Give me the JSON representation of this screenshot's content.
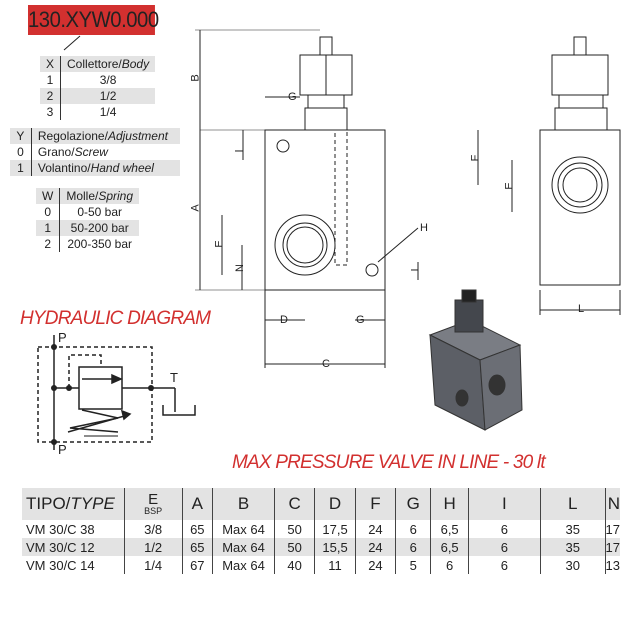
{
  "code": "130.XYW0.000",
  "table_x": {
    "headers": [
      "X",
      "Collettore/",
      "Body"
    ],
    "rows": [
      [
        "1",
        "3/8"
      ],
      [
        "2",
        "1/2"
      ],
      [
        "3",
        "1/4"
      ]
    ]
  },
  "table_y": {
    "headers": [
      "Y",
      "Regolazione/",
      "Adjustment"
    ],
    "rows": [
      [
        "0",
        "Grano/",
        "Screw"
      ],
      [
        "1",
        "Volantino/",
        "Hand wheel"
      ]
    ]
  },
  "table_w": {
    "headers": [
      "W",
      "Molle/",
      "Spring"
    ],
    "rows": [
      [
        "0",
        "0-50 bar"
      ],
      [
        "1",
        "50-200 bar"
      ],
      [
        "2",
        "200-350 bar"
      ]
    ]
  },
  "hydraulic_title": "HYDRAULIC DIAGRAM",
  "hydraulic_labels": {
    "p_top": "P",
    "p_bottom": "P",
    "t": "T"
  },
  "dims": {
    "a": "A",
    "b": "B",
    "c": "C",
    "d": "D",
    "e": "E",
    "e2": "E",
    "f": "F",
    "g": "G",
    "g2": "G",
    "h": "H",
    "i": "I",
    "i2": "I",
    "l": "L",
    "n": "N"
  },
  "product_title": "MAX PRESSURE VALVE IN LINE - 30 lt",
  "main_table": {
    "type_label": "TIPO/",
    "type_italic": "TYPE",
    "e_label": "E",
    "e_sub": "BSP",
    "headers": [
      "A",
      "B",
      "C",
      "D",
      "F",
      "G",
      "H",
      "I",
      "L",
      "N"
    ],
    "rows": [
      [
        "VM 30/C 38",
        "3/8",
        "65",
        "Max 64",
        "50",
        "17,5",
        "24",
        "6",
        "6,5",
        "6",
        "35",
        "17"
      ],
      [
        "VM 30/C 12",
        "1/2",
        "65",
        "Max 64",
        "50",
        "15,5",
        "24",
        "6",
        "6,5",
        "6",
        "35",
        "17"
      ],
      [
        "VM 30/C 14",
        "1/4",
        "67",
        "Max 64",
        "40",
        "11",
        "24",
        "5",
        "6",
        "6",
        "30",
        "13"
      ]
    ]
  }
}
